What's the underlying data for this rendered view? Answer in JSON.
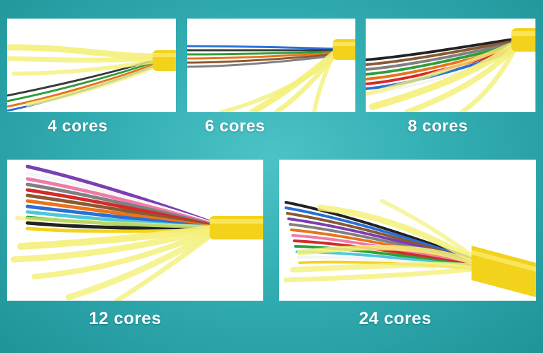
{
  "panels": [
    {
      "caption": "4 cores",
      "core_colors": [
        "#2b6fd6",
        "#e8741c",
        "#2f9e3a",
        "#3a3a3a"
      ]
    },
    {
      "caption": "6 cores",
      "core_colors": [
        "#2b6fd6",
        "#e8741c",
        "#2f9e3a",
        "#8a5a32",
        "#808080",
        "#f5f5f5"
      ]
    },
    {
      "caption": "8 cores",
      "core_colors": [
        "#2b6fd6",
        "#e8741c",
        "#2f9e3a",
        "#8a5a32",
        "#808080",
        "#f5f5f5",
        "#d42a2a",
        "#222222"
      ]
    },
    {
      "caption": "12 cores",
      "core_colors": [
        "#2b6fd6",
        "#e8741c",
        "#2f9e3a",
        "#8a5a32",
        "#808080",
        "#f5f5f5",
        "#d42a2a",
        "#222222",
        "#f2d31b",
        "#7b3fb0",
        "#f07aa8",
        "#4fc8d8"
      ]
    },
    {
      "caption": "24 cores",
      "core_colors": [
        "#2b6fd6",
        "#e8741c",
        "#2f9e3a",
        "#8a5a32",
        "#808080",
        "#f5f5f5",
        "#d42a2a",
        "#222222",
        "#f2d31b",
        "#7b3fb0",
        "#f07aa8",
        "#4fc8d8"
      ]
    }
  ],
  "colors": {
    "background": "#32aeb3",
    "jacket": "#f2d21a",
    "aramid_yarn": "#f4f07a",
    "caption_text": "#ffffff"
  }
}
